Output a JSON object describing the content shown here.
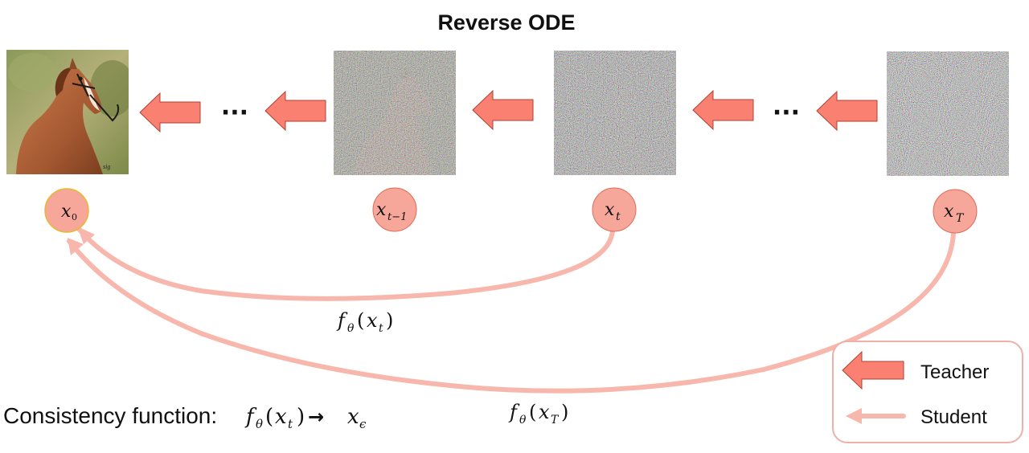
{
  "title": "Reverse ODE",
  "images": [
    {
      "kind": "clean-horse"
    },
    {
      "kind": "noisy-horse"
    },
    {
      "kind": "very-noisy"
    },
    {
      "kind": "pure-noise"
    }
  ],
  "dots": [
    "···",
    "···"
  ],
  "nodes": [
    {
      "base": "x",
      "sub": "0"
    },
    {
      "base": "x",
      "sub": "t−1"
    },
    {
      "base": "x",
      "sub": "t"
    },
    {
      "base": "x",
      "sub": "T"
    }
  ],
  "edge_labels": {
    "fxt": {
      "f": "f",
      "theta": "θ",
      "open": "(",
      "x": "x",
      "sub": "t",
      "close": ")"
    },
    "fxT": {
      "f": "f",
      "theta": "θ",
      "open": "(",
      "x": "x",
      "sub": "T",
      "close": ")"
    }
  },
  "consistency": {
    "prefix": "Consistency function: ",
    "f": "f",
    "theta": "θ",
    "open": "(",
    "x": "x",
    "sub": "t",
    "close": ")",
    "arrow": " → ",
    "x2": "x",
    "sub2": "ϵ"
  },
  "legend": {
    "teacher": "Teacher",
    "student": "Student"
  },
  "colors": {
    "teacher_fill": "#fa8072",
    "teacher_stroke": "#b04030",
    "student": "#f7b7ad",
    "node_fill": "#f7a799",
    "node_stroke": "#e06a5a",
    "node_highlight_stroke": "#e8b830",
    "legend_border": "#f0b0a8"
  }
}
